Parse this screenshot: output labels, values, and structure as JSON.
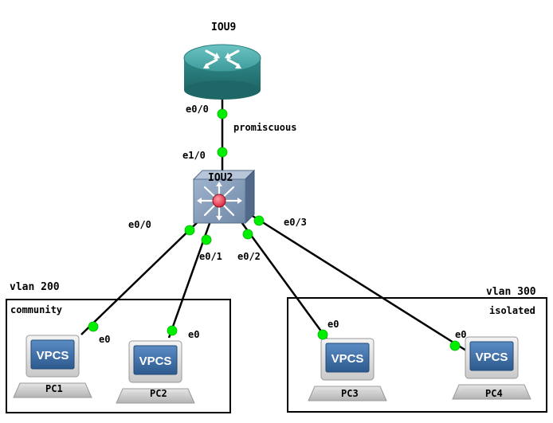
{
  "nodes": {
    "router": {
      "name": "IOU9"
    },
    "switch": {
      "name": "IOU2"
    },
    "pc1": {
      "name": "PC1",
      "brand": "VPCS"
    },
    "pc2": {
      "name": "PC2",
      "brand": "VPCS"
    },
    "pc3": {
      "name": "PC3",
      "brand": "VPCS"
    },
    "pc4": {
      "name": "PC4",
      "brand": "VPCS"
    }
  },
  "links": {
    "router_sw": {
      "a_port": "e0/0",
      "b_port": "e1/0",
      "note": "promiscuous"
    },
    "sw_pc1": {
      "sw_port": "e0/0",
      "pc_port": "e0"
    },
    "sw_pc2": {
      "sw_port": "e0/1",
      "pc_port": "e0"
    },
    "sw_pc3": {
      "sw_port": "e0/2",
      "pc_port": "e0"
    },
    "sw_pc4": {
      "sw_port": "e0/3",
      "pc_port": "e0"
    }
  },
  "groups": {
    "left": {
      "vlan": "vlan 200",
      "type": "community"
    },
    "right": {
      "vlan": "vlan 300",
      "type": "isolated"
    }
  },
  "colors": {
    "link": "#000000",
    "port": "#00ee00",
    "router_body": "#2f8c8c",
    "switch_body": "#6f89a8",
    "switch_center": "#e23b4f",
    "vpcs_screen": "#3a6aa0"
  },
  "icons": {
    "router": "router-icon",
    "switch": "multilayer-switch-icon",
    "pc": "vpcs-pc-icon"
  }
}
